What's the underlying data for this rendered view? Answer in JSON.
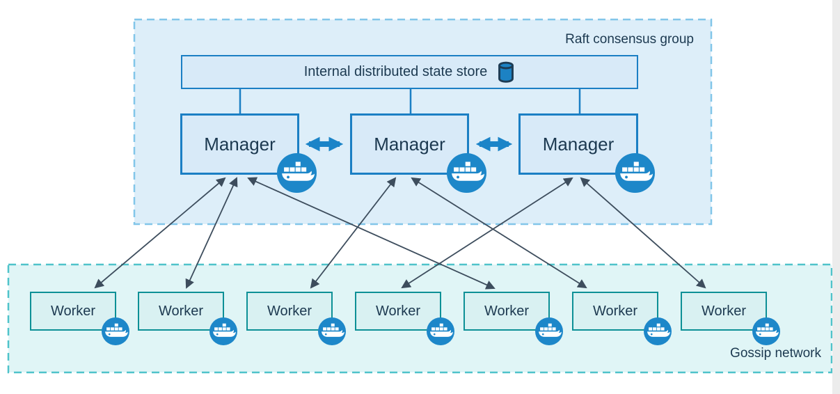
{
  "zones": {
    "raft": {
      "label": "Raft consensus group"
    },
    "gossip": {
      "label": "Gossip network"
    }
  },
  "state_store": {
    "label": "Internal distributed state store",
    "icon": "database-cylinder-icon"
  },
  "managers": [
    {
      "id": "manager-1",
      "label": "Manager",
      "icon": "docker-whale-icon"
    },
    {
      "id": "manager-2",
      "label": "Manager",
      "icon": "docker-whale-icon"
    },
    {
      "id": "manager-3",
      "label": "Manager",
      "icon": "docker-whale-icon"
    }
  ],
  "workers": [
    {
      "id": "worker-1",
      "label": "Worker",
      "icon": "docker-whale-icon"
    },
    {
      "id": "worker-2",
      "label": "Worker",
      "icon": "docker-whale-icon"
    },
    {
      "id": "worker-3",
      "label": "Worker",
      "icon": "docker-whale-icon"
    },
    {
      "id": "worker-4",
      "label": "Worker",
      "icon": "docker-whale-icon"
    },
    {
      "id": "worker-5",
      "label": "Worker",
      "icon": "docker-whale-icon"
    },
    {
      "id": "worker-6",
      "label": "Worker",
      "icon": "docker-whale-icon"
    },
    {
      "id": "worker-7",
      "label": "Worker",
      "icon": "docker-whale-icon"
    }
  ],
  "connections": {
    "store_to_managers": [
      "manager-1",
      "manager-2",
      "manager-3"
    ],
    "manager_peer_links": [
      [
        "manager-1",
        "manager-2"
      ],
      [
        "manager-2",
        "manager-3"
      ]
    ],
    "manager_worker_edges": [
      {
        "from": "manager-1",
        "to": "worker-1",
        "bidirectional": true
      },
      {
        "from": "manager-1",
        "to": "worker-2",
        "bidirectional": true
      },
      {
        "from": "manager-1",
        "to": "worker-5",
        "bidirectional": true
      },
      {
        "from": "manager-2",
        "to": "worker-3",
        "bidirectional": true
      },
      {
        "from": "manager-2",
        "to": "worker-6",
        "bidirectional": true
      },
      {
        "from": "manager-3",
        "to": "worker-4",
        "bidirectional": true
      },
      {
        "from": "manager-3",
        "to": "worker-7",
        "bidirectional": true
      }
    ]
  },
  "colors": {
    "raft_fill": "#ddeef9",
    "raft_dash_border": "#82c6e9",
    "gossip_fill": "#e0f5f6",
    "gossip_dash_border": "#4fc3ca",
    "blue_node_fill": "#d8eaf8",
    "blue_node_border": "#1b7fc4",
    "worker_fill": "#d9f1f2",
    "worker_border": "#0d9096",
    "whale_circle": "#1d87c9",
    "thick_arrow": "#1b84c8",
    "edge_line": "#3d4d5d",
    "text": "#1c3950"
  }
}
